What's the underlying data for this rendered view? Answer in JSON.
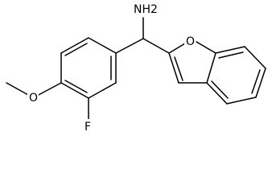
{
  "structure": {
    "atoms": {
      "nh2": "NH2",
      "ring_oxygen": "O",
      "methoxy_oxygen": "O",
      "fluorine": "F"
    }
  }
}
